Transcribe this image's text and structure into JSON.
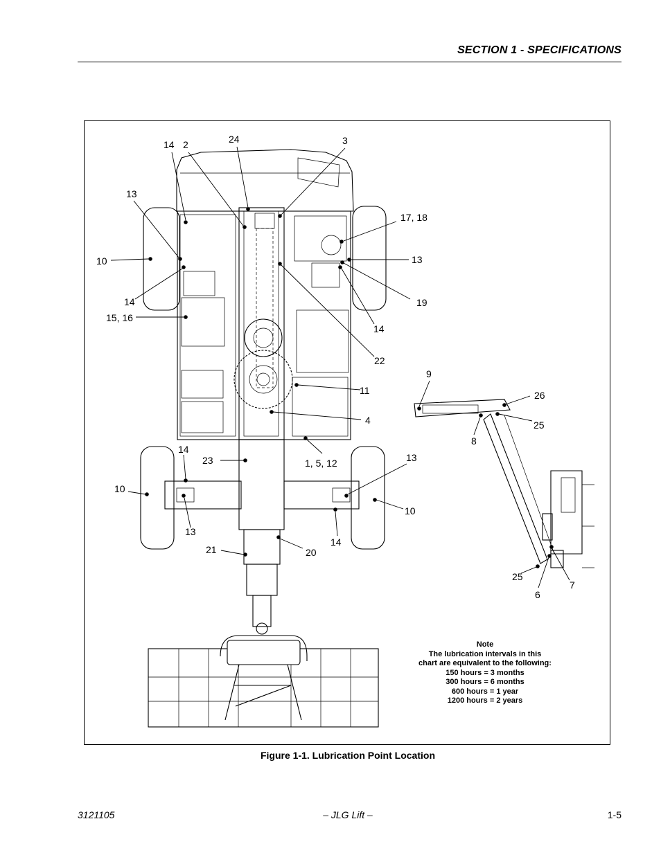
{
  "header": {
    "section_title": "SECTION 1 - SPECIFICATIONS"
  },
  "figure": {
    "caption": "Figure 1-1.  Lubrication Point Location",
    "callouts": {
      "c14_top": "14",
      "c2": "2",
      "c24": "24",
      "c3": "3",
      "c13_upper_left": "13",
      "c10_upper_left": "10",
      "c14_upper_left": "14",
      "c15_16": "15, 16",
      "c17_18": "17, 18",
      "c13_upper_right": "13",
      "c19": "19",
      "c14_right_mid": "14",
      "c22": "22",
      "c11": "11",
      "c4": "4",
      "c14_lower_left": "14",
      "c23": "23",
      "c1_5_12": "1, 5, 12",
      "c13_lower_right": "13",
      "c10_lower_left": "10",
      "c13_lower_left": "13",
      "c10_lower_right": "10",
      "c14_lower_right": "14",
      "c21": "21",
      "c20": "20",
      "c9": "9",
      "c26": "26",
      "c25_upper": "25",
      "c8": "8",
      "c25_lower": "25",
      "c6": "6",
      "c7": "7"
    },
    "note": {
      "title": "Note",
      "lines": [
        "The lubrication intervals in this",
        "chart are equivalent to the following:",
        "150 hours = 3 months",
        "300 hours = 6 months",
        "600 hours = 1 year",
        "1200 hours = 2 years"
      ]
    }
  },
  "footer": {
    "doc_number": "3121105",
    "center_text": "– JLG Lift –",
    "page_number": "1-5"
  }
}
